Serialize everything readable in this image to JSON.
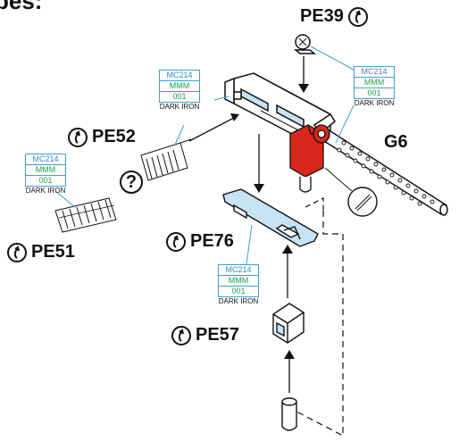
{
  "header_fragment": "pes:",
  "callouts": {
    "pe39": "PE39",
    "pe52": "PE52",
    "pe51": "PE51",
    "pe76": "PE76",
    "pe57": "PE57",
    "g6": "G6"
  },
  "paint_boxes": {
    "top": {
      "code": "MC214",
      "line2": "MMM",
      "line3": "001",
      "name": "DARK IRON"
    },
    "pe39": {
      "code": "MC214",
      "line2": "MMM",
      "line3": "001",
      "name": "DARK IRON"
    },
    "left": {
      "code": "MC214",
      "line2": "MMM",
      "line3": "001",
      "name": "DARK IRON"
    },
    "middle": {
      "code": "MC214",
      "line2": "MMM",
      "line3": "001",
      "name": "DARK IRON"
    }
  },
  "question_mark": "?",
  "colors": {
    "line": "#111111",
    "paint_code": "#2a8fc0",
    "paint_green": "#1aa24a",
    "paint_border": "#3fa0c8",
    "accent_red": "#d9261c",
    "highlight_blue": "#c7e3f5"
  },
  "icons": [
    "rotate-up-arrow-icon",
    "question-icon"
  ]
}
